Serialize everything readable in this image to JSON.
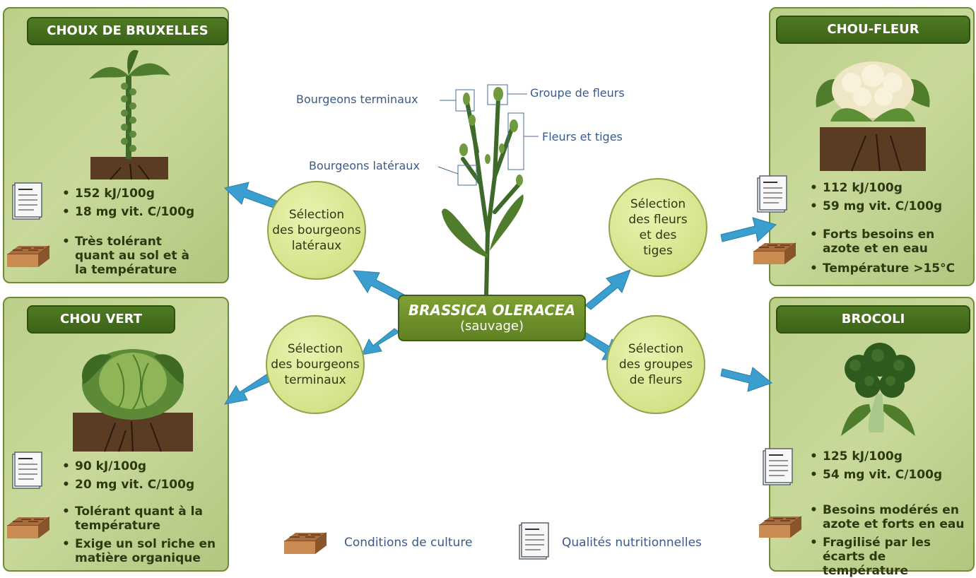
{
  "center": {
    "name": "BRASSICA OLERACEA",
    "sub": "(sauvage)"
  },
  "plant_labels": {
    "terminal_buds": "Bourgeons terminaux",
    "flower_group": "Groupe de fleurs",
    "flowers_stems": "Fleurs et tiges",
    "lateral_buds": "Bourgeons latéraux"
  },
  "selections": {
    "lateral": "Sélection\ndes bourgeons\nlatéraux",
    "terminal": "Sélection\ndes bourgeons\nterminaux",
    "flowers_stems": "Sélection\ndes fleurs\net des\ntiges",
    "flower_groups": "Sélection\ndes groupes\nde fleurs"
  },
  "cards": {
    "bruxelles": {
      "title": "CHOUX DE BRUXELLES",
      "energy": "152 kJ/100g",
      "vitc": "18 mg vit. C/100g",
      "culture": [
        "Très tolérant quant au sol et à la température"
      ]
    },
    "chou_vert": {
      "title": "CHOU VERT",
      "energy": "90 kJ/100g",
      "vitc": "20 mg vit. C/100g",
      "culture": [
        "Tolérant quant à la température",
        "Exige un sol riche en matière organique"
      ]
    },
    "chou_fleur": {
      "title": "CHOU-FLEUR",
      "energy": "112 kJ/100g",
      "vitc": "59 mg vit. C/100g",
      "culture": [
        "Forts besoins en azote et en eau",
        "Température >15°C"
      ]
    },
    "brocoli": {
      "title": "BROCOLI",
      "energy": "125 kJ/100g",
      "vitc": "54 mg vit. C/100g",
      "culture": [
        "Besoins modérés en azote et forts en eau",
        "Fragilisé par les écarts de température"
      ]
    }
  },
  "legend": {
    "culture": "Conditions de culture",
    "nutrition": "Qualités nutritionnelles"
  },
  "colors": {
    "card_bg": "#c3d592",
    "title_bg": "#4a7320",
    "arrow": "#3a9fcf",
    "circle": "#d8e58f",
    "label_text": "#3b5a8a"
  },
  "icons": {
    "culture": "soil-block-icon",
    "nutrition": "document-icon"
  }
}
